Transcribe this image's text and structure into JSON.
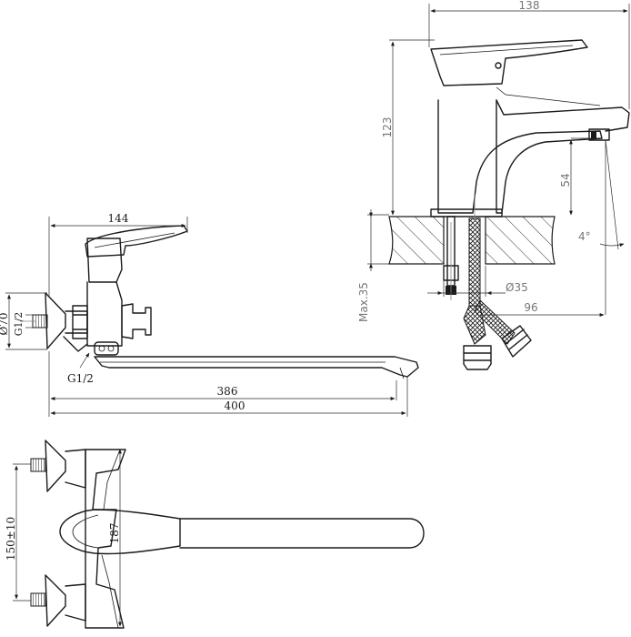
{
  "dimensions": {
    "wall_width_top": "144",
    "wall_diameter": "Ø70",
    "wall_thread_upper": "G1/2",
    "wall_thread_lower": "G1/2",
    "wall_spout_reach": "386",
    "wall_total_length": "400",
    "wall_height_bottom": "187",
    "wall_centers": "150±10",
    "basin_width": "138",
    "basin_height": "123",
    "basin_spout_height": "54",
    "basin_angle": "4°",
    "basin_deck_max": "Max.35",
    "basin_hole": "Ø35",
    "basin_spout_reach": "96"
  }
}
